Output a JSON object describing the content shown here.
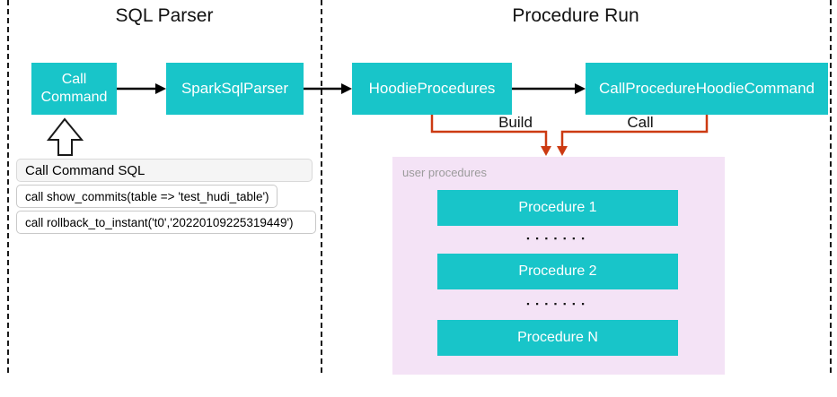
{
  "diagram": {
    "sections": [
      {
        "title": "SQL Parser"
      },
      {
        "title": "Procedure Run"
      }
    ],
    "nodes": {
      "call_command": "Call Command",
      "spark_sql_parser": "SparkSqlParser",
      "hoodie_procedures": "HoodieProcedures",
      "call_procedure_hoodie_command": "CallProcedureHoodieCommand"
    },
    "sql_panel": {
      "header": "Call Command SQL",
      "statements": [
        "call show_commits(table => 'test_hudi_table')",
        "call rollback_to_instant('t0','20220109225319449')"
      ]
    },
    "edges": {
      "build_label": "Build",
      "call_label": "Call"
    },
    "user_procedures": {
      "label": "user procedures",
      "items": [
        "Procedure 1",
        "Procedure 2",
        "Procedure N"
      ],
      "dots": "▪▪▪▪▪▪▪"
    },
    "colors": {
      "node_fill": "#18C5C9",
      "connector_red": "#CC3A12",
      "container_fill": "#F4E3F6",
      "container_label_gray": "#9B9B9B"
    }
  }
}
